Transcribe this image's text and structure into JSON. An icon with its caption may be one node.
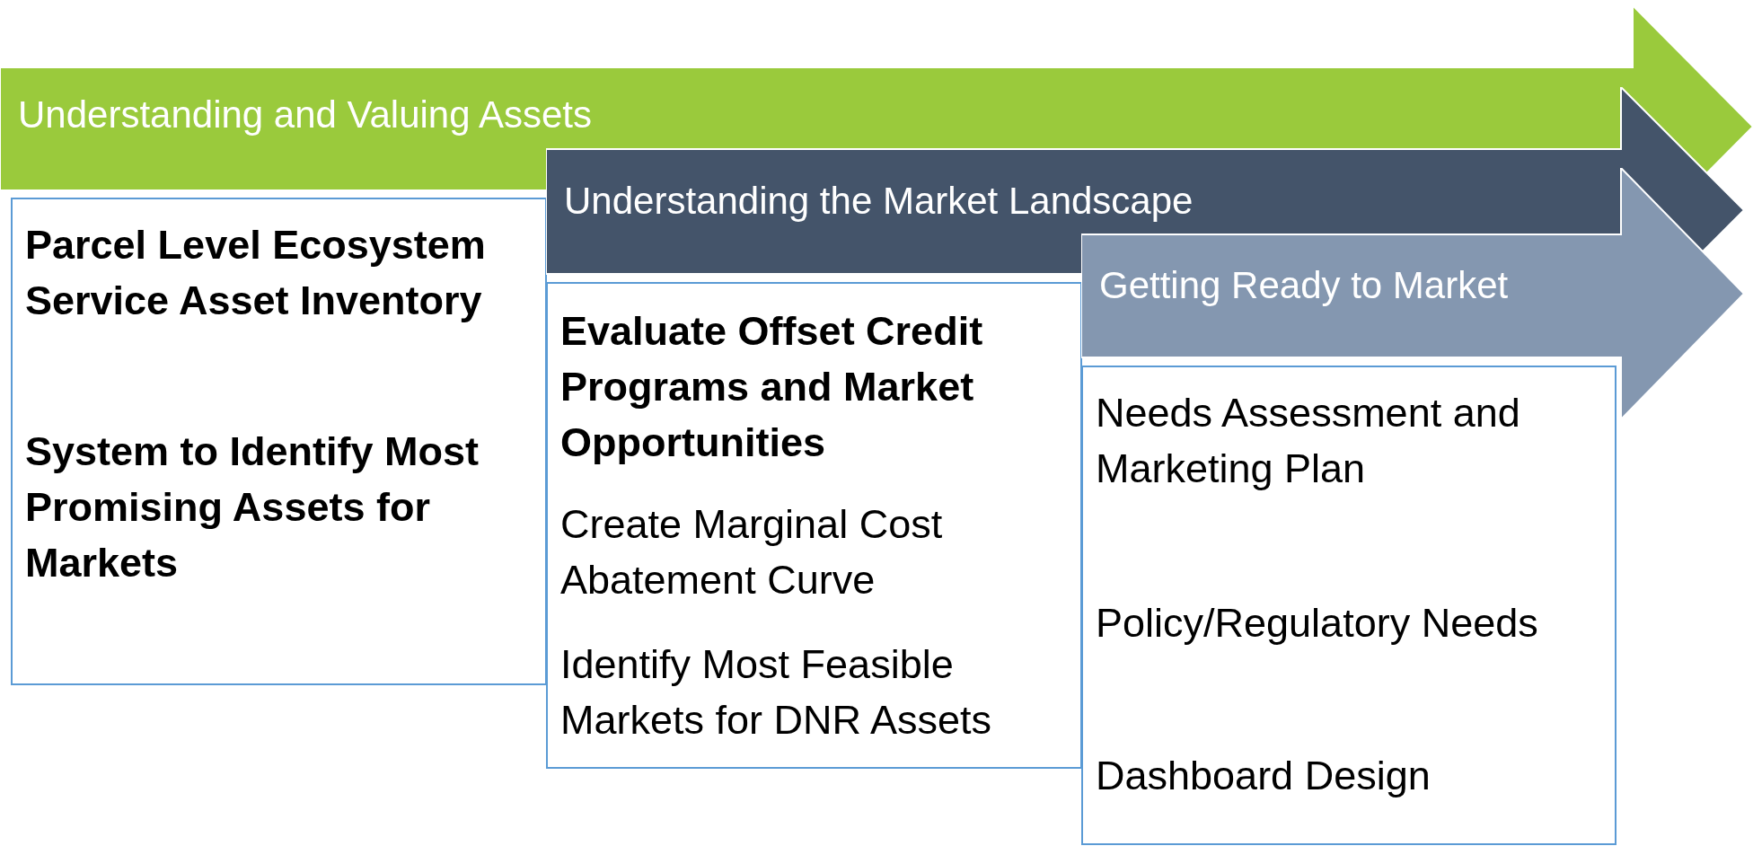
{
  "diagram": {
    "nodes": [
      {
        "text": [
          "Understanding and Valuing Assets"
        ]
      },
      {
        "text": [
          "Parcel Level Ecosystem Service Asset Inventory",
          "System to Identify Most Promising Assets for Markets"
        ]
      },
      {
        "text": [
          "Understanding the Market Landscape"
        ]
      },
      {
        "text": [
          "Evaluate Offset Credit Programs and Market Opportunities",
          "Create Marginal Cost Abatement Curve",
          "Identify Most Feasible Markets for DNR Assets"
        ]
      },
      {
        "text": [
          "Getting Ready to Market"
        ]
      },
      {
        "text": [
          "Needs Assessment and Marketing Plan",
          "Policy/Regulatory Needs",
          "Dashboard Design"
        ]
      }
    ],
    "edges": []
  }
}
